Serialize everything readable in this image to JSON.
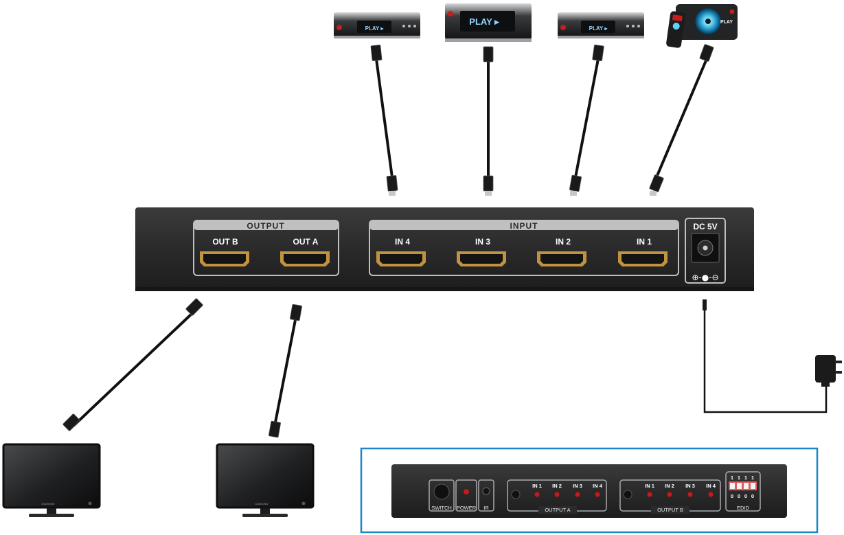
{
  "colors": {
    "panel": "#2b2b2c",
    "panel_edge": "#3a3a3b",
    "group_border": "#bfc0c2",
    "label_text": "#ffffff",
    "cable": "#111111",
    "detail_frame": "#1b86c8",
    "led_red": "#c91818"
  },
  "devices": {
    "sources": [
      {
        "name": "player-1",
        "display": "PLAY ▸"
      },
      {
        "name": "player-2",
        "display": "PLAY ▸"
      },
      {
        "name": "player-3",
        "display": "PLAY ▸"
      },
      {
        "name": "player-4",
        "display": "PLAY"
      }
    ],
    "monitors": [
      {
        "name": "monitor-1",
        "brand": "DIAMOND"
      },
      {
        "name": "monitor-2",
        "brand": "DIAMOND"
      }
    ]
  },
  "rear_panel": {
    "output_group": "OUTPUT",
    "outputs": [
      {
        "label": "OUT B"
      },
      {
        "label": "OUT A"
      }
    ],
    "input_group": "INPUT",
    "inputs": [
      {
        "label": "IN 4"
      },
      {
        "label": "IN 3"
      },
      {
        "label": "IN 2"
      },
      {
        "label": "IN 1"
      }
    ],
    "dc_label": "DC 5V",
    "polarity": "⊕-●-⊖"
  },
  "front_panel": {
    "switch_label": "SWITCH",
    "power_label": "POWER",
    "ir_label": "IR",
    "output_a": {
      "label": "OUTPUT A",
      "leds": [
        "IN 1",
        "IN 2",
        "IN 3",
        "IN 4"
      ]
    },
    "output_b": {
      "label": "OUTPUT B",
      "leds": [
        "IN 1",
        "IN 2",
        "IN 3",
        "IN 4"
      ]
    },
    "edid": {
      "label": "EDID",
      "top_digits": [
        "1",
        "1",
        "1",
        "1"
      ],
      "bottom_digits": [
        "0",
        "0",
        "0",
        "0"
      ]
    }
  }
}
